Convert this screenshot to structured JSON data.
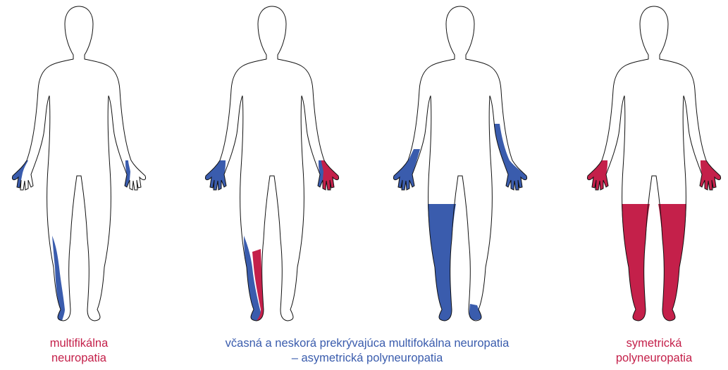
{
  "colors": {
    "blue": "#3a5cad",
    "red": "#c4204a",
    "outline": "#111111"
  },
  "captions": {
    "left": {
      "line1": "multifikálna",
      "line2": "neuropatia",
      "color": "#c4204a"
    },
    "middle": {
      "line1": "včasná a neskorá prekrývajúca multifokálna neuropatia",
      "line2": "– asymetrická polyneuropatia",
      "color": "#3a5cad"
    },
    "right": {
      "line1": "symetrická",
      "line2": "polyneuropatia",
      "color": "#c4204a"
    }
  }
}
